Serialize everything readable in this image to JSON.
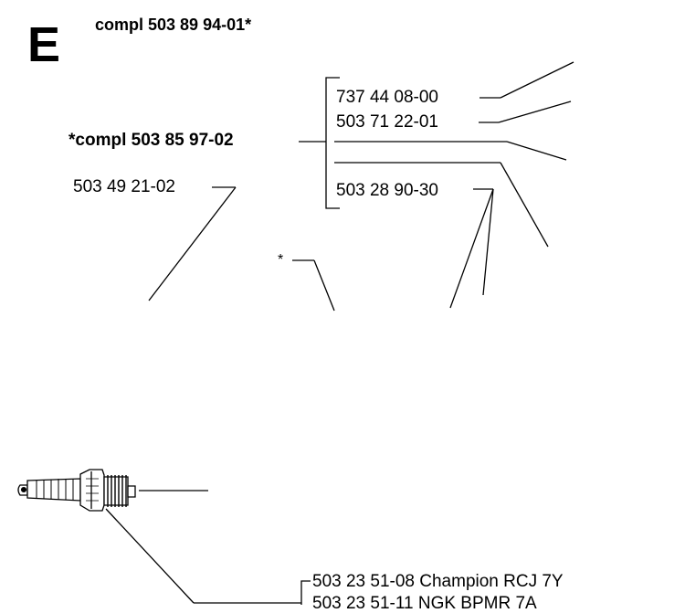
{
  "section_letter": "E",
  "assembly_number": "compl 503 89 94-01*",
  "sub_assembly": "*compl 503 85 97-02",
  "parts": {
    "p1": "737 44 08-00",
    "p2": "503 71 22-01",
    "p3": "503 28 90-30",
    "p4": "503 49 21-02",
    "asterisk": "*"
  },
  "spark_plugs": {
    "champion": "503 23 51-08 Champion RCJ 7Y",
    "ngk": "503 23 51-11 NGK BPMR 7A"
  }
}
